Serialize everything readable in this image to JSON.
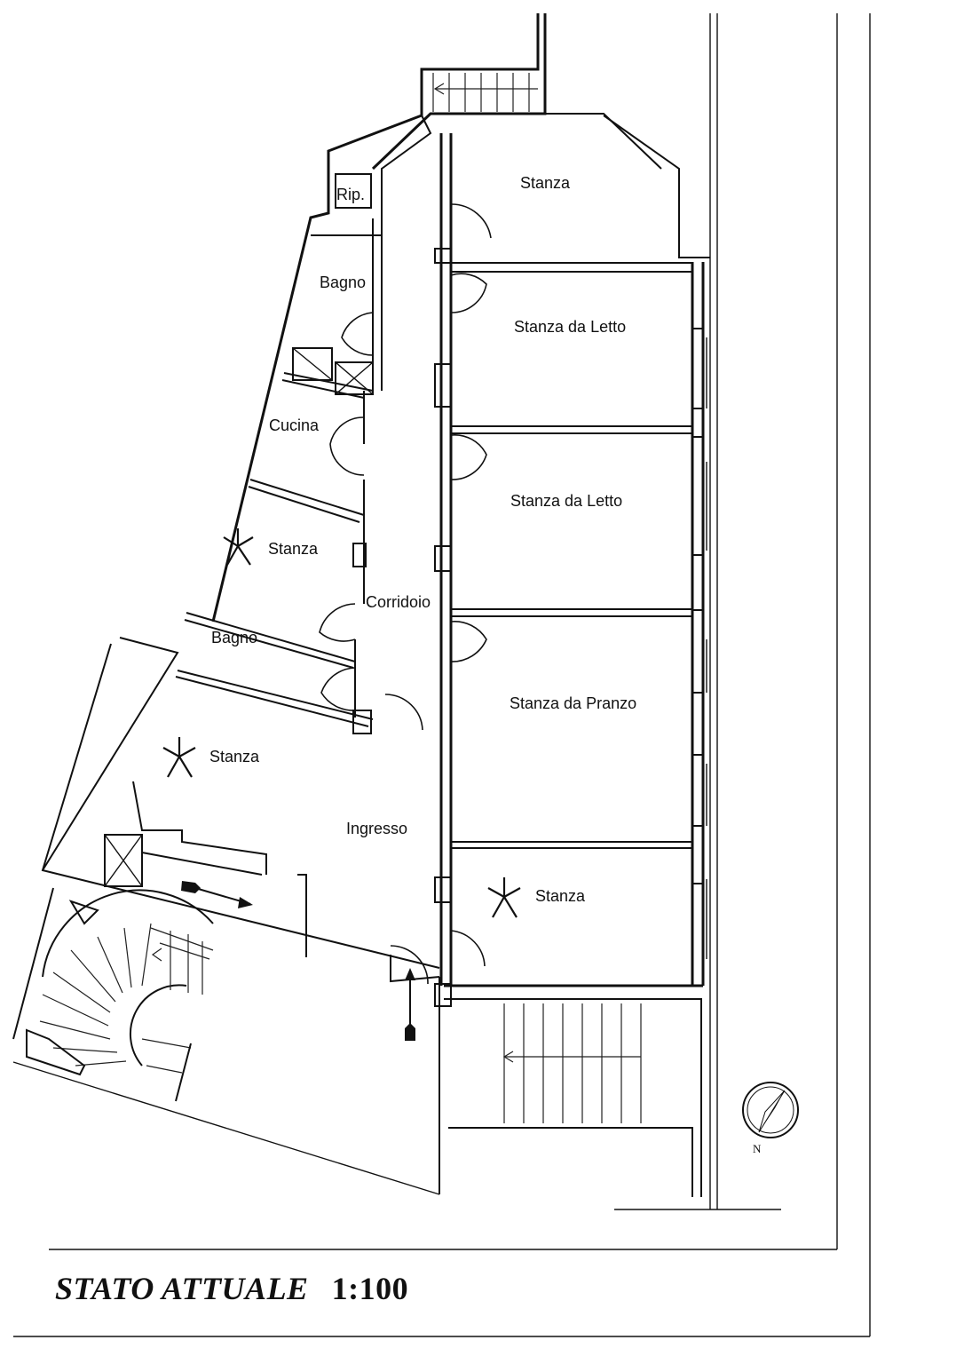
{
  "rooms": {
    "rip": "Rip.",
    "stanza_top": "Stanza",
    "bagno_top": "Bagno",
    "letto_1": "Stanza da Letto",
    "cucina": "Cucina",
    "letto_2": "Stanza da Letto",
    "stanza_left": "Stanza",
    "corridoio": "Corridoio",
    "bagno_mid": "Bagno",
    "pranzo": "Stanza da Pranzo",
    "stanza_lower": "Stanza",
    "ingresso": "Ingresso",
    "stanza_right": "Stanza"
  },
  "north_label": "N",
  "title": {
    "name": "STATO ATTUALE",
    "scale": "1:100"
  }
}
